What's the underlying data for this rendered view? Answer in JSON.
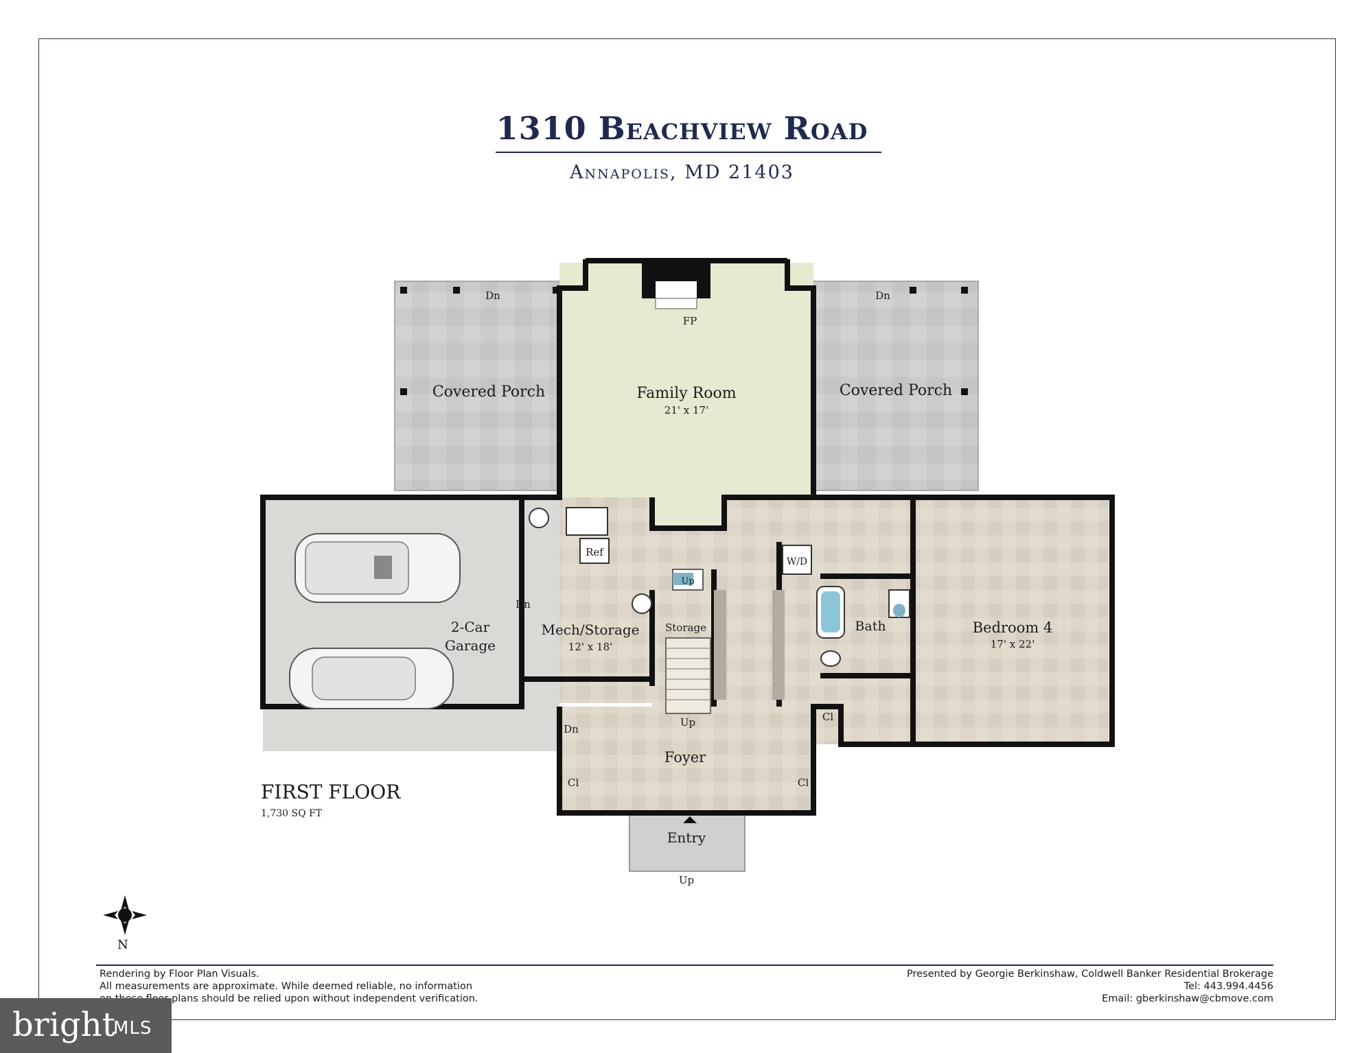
{
  "header": {
    "title": "1310 Beachview Road",
    "subtitle": "Annapolis, MD 21403"
  },
  "rooms": {
    "covered_porch_left": "Covered Porch",
    "family_room": "Family Room",
    "family_room_dims": "21' x 17'",
    "fireplace": "FP",
    "covered_porch_right": "Covered Porch",
    "porch_left_stairs": "Dn",
    "porch_right_stairs": "Dn",
    "garage_line1": "2-Car",
    "garage_line2": "Garage",
    "mech_storage": "Mech/Storage",
    "mech_storage_dims": "12' x 18'",
    "refrigerator": "Ref",
    "utility_sink": "Up",
    "storage": "Storage",
    "washer_dryer": "W/D",
    "bath": "Bath",
    "bedroom4": "Bedroom 4",
    "bedroom4_dims": "17' x 22'",
    "closet_hall": "Cl",
    "foyer": "Foyer",
    "closet_foyer_left": "Cl",
    "closet_foyer_right": "Cl",
    "entry": "Entry",
    "stairs_up_main": "Up",
    "entry_up": "Up",
    "mech_dn": "Dn",
    "garage_dn": "Dn"
  },
  "floor": {
    "label": "FIRST FLOOR",
    "sqft": "1,730 SQ FT"
  },
  "compass": {
    "label": "N"
  },
  "footer": {
    "left_line1": "Rendering by Floor Plan Visuals.",
    "left_line2": "All measurements are approximate. While deemed reliable, no information",
    "left_line3": "on these floor plans should be relied upon without independent verification.",
    "right_line1": "Presented by Georgie Berkinshaw, Coldwell Banker Residential Brokerage",
    "right_line2": "Tel: 443.994.4456",
    "right_line3": "Email: gberkinshaw@cbmove.com"
  },
  "badge": {
    "brand": "bright",
    "suffix": "MLS"
  },
  "colors": {
    "title_navy": "#1f2a4e",
    "wall": "#111111",
    "porch_fill": "#cfcfcf",
    "family_room_fill": "#e6ead0",
    "interior_fill": "#ddd6c9",
    "garage_fill": "#d9d9d6"
  }
}
